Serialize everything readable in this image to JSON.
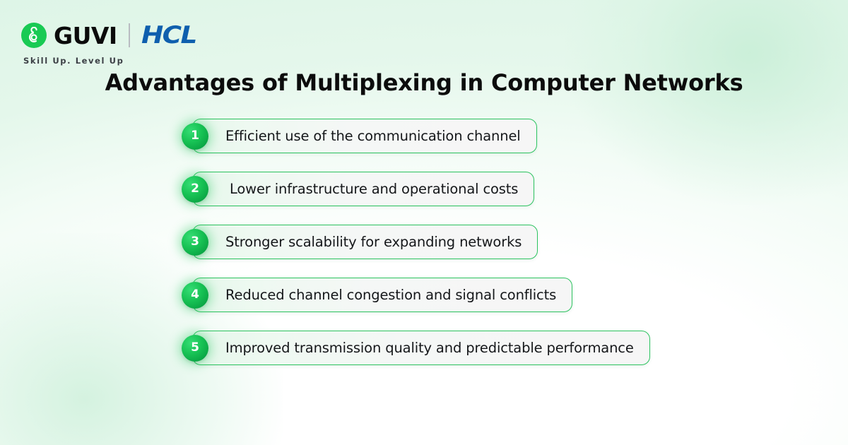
{
  "brand": {
    "logo_icon": "guvi-g-logo-icon",
    "name": "GUVI",
    "partner_name": "HCL",
    "tagline": "Skill Up. Level Up",
    "colors": {
      "guvi_green": "#18ca53",
      "hcl_blue": "#0f5fae",
      "tagline_gray": "#3b3f45"
    }
  },
  "headline": {
    "title": "Advantages of Multiplexing in Computer Networks"
  },
  "list": {
    "items": [
      {
        "number": "1",
        "label": "Efficient use of the communication channel"
      },
      {
        "number": "2",
        "label": "Lower infrastructure and operational costs"
      },
      {
        "number": "3",
        "label": "Stronger scalability for expanding networks"
      },
      {
        "number": "4",
        "label": "Reduced channel congestion and signal conflicts"
      },
      {
        "number": "5",
        "label": "Improved transmission quality and predictable performance"
      }
    ]
  },
  "theme": {
    "accent_green": "#2cc35f",
    "badge_green": "#18c355",
    "pill_fill_start": "#e4f7ea",
    "pill_fill_end": "#f6f6f6",
    "text_dark": "#15171a",
    "background_mint": "#e2f6e8",
    "background_white": "#ffffff"
  }
}
